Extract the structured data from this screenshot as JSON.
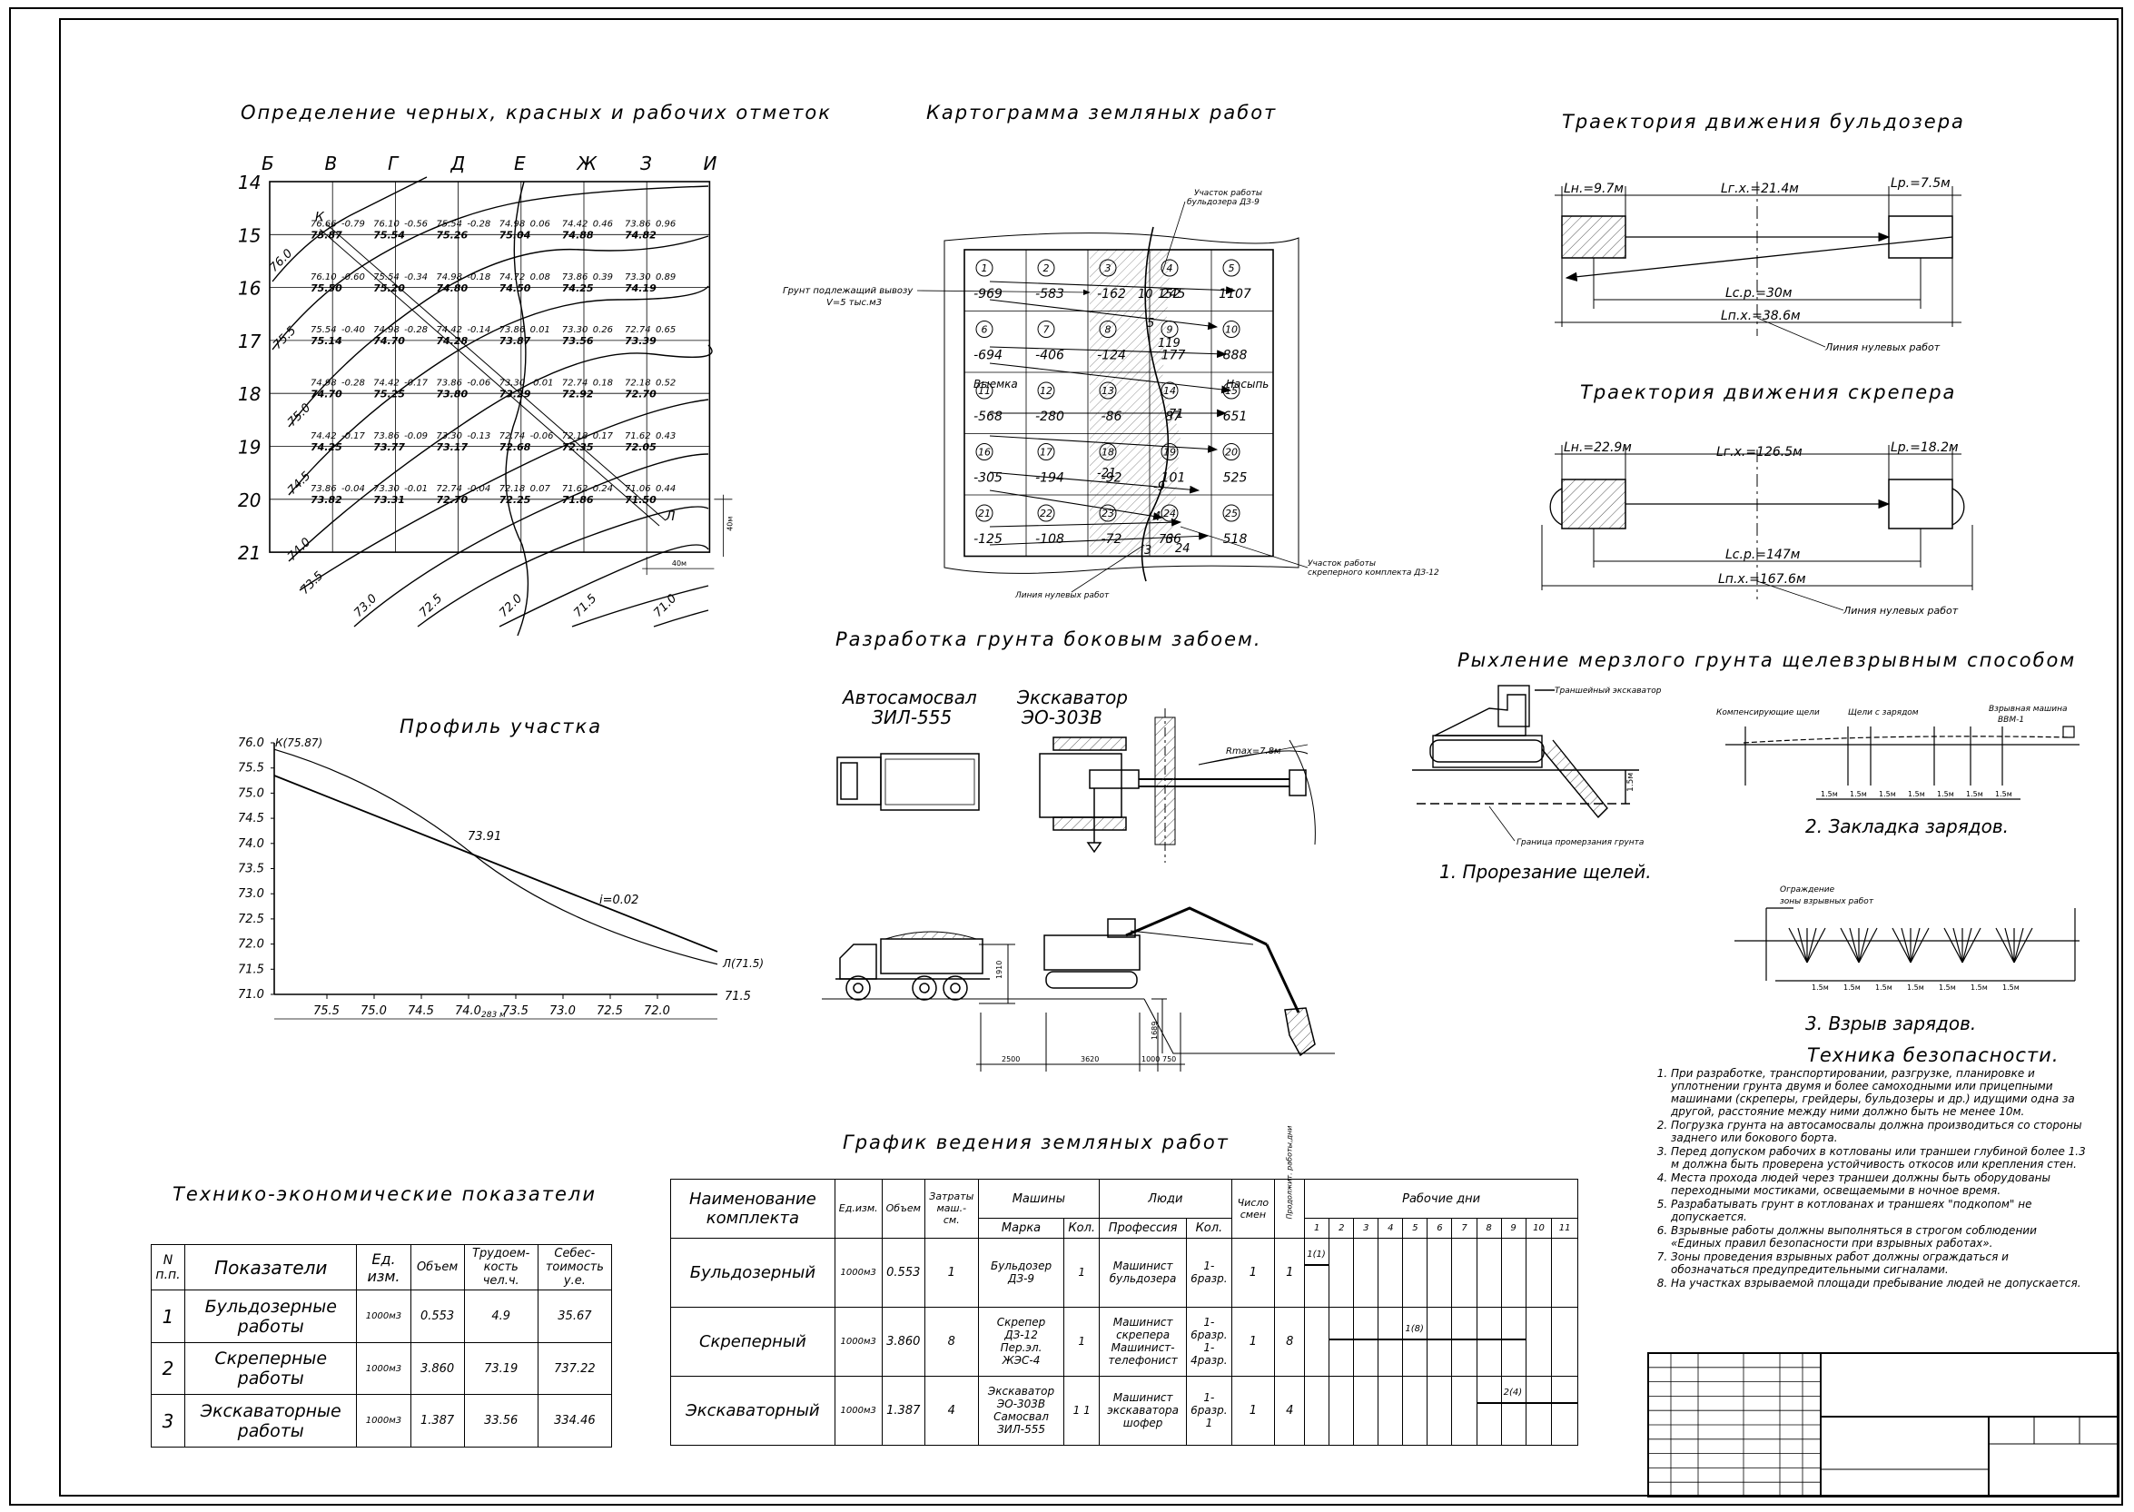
{
  "titles": {
    "marks": "Определение черных, красных и рабочих отметок",
    "cartogram": "Картограмма земляных работ",
    "bulldozer_path": "Траектория движения бульдозера",
    "scraper_path": "Траектория движения скрепера",
    "side_face": "Разработка грунта боковым забоем.",
    "frozen": "Рыхление мерзлого грунта щелевзрывным способом",
    "profile": "Профиль участка",
    "schedule": "График ведения земляных работ",
    "tep": "Технико-экономические показатели",
    "safety": "Техника безопасности."
  },
  "grid": {
    "col_letters": [
      "Б",
      "В",
      "Г",
      "Д",
      "Е",
      "Ж",
      "З",
      "И"
    ],
    "row_numbers": [
      "14",
      "15",
      "16",
      "17",
      "18",
      "19",
      "20",
      "21"
    ],
    "point_k": "К",
    "point_l": "Л",
    "contours": [
      "76.0",
      "75.5",
      "75.0",
      "74.5",
      "74.0",
      "73.5",
      "73.0",
      "72.5",
      "72.0",
      "71.5",
      "71.0"
    ],
    "dim_40_v": "40м",
    "dim_40_h": "40м",
    "cells": [
      [
        [
          "76.66",
          "-0.79",
          "75.87"
        ],
        [
          "76.10",
          "-0.56",
          "75.54"
        ],
        [
          "75.54",
          "-0.28",
          "75.26"
        ],
        [
          "74.98",
          "0.06",
          "75.04"
        ],
        [
          "74.42",
          "0.46",
          "74.88"
        ],
        [
          "73.86",
          "0.96",
          "74.82"
        ]
      ],
      [
        [
          "76.10",
          "-0.60",
          "75.50"
        ],
        [
          "75.54",
          "-0.34",
          "75.20"
        ],
        [
          "74.98",
          "-0.18",
          "74.80"
        ],
        [
          "74.72",
          "0.08",
          "74.50"
        ],
        [
          "73.86",
          "0.39",
          "74.25"
        ],
        [
          "73.30",
          "0.89",
          "74.19"
        ]
      ],
      [
        [
          "75.54",
          "-0.40",
          "75.14"
        ],
        [
          "74.98",
          "-0.28",
          "74.70"
        ],
        [
          "74.42",
          "-0.14",
          "74.28"
        ],
        [
          "73.86",
          "0.01",
          "73.87"
        ],
        [
          "73.30",
          "0.26",
          "73.56"
        ],
        [
          "72.74",
          "0.65",
          "73.39"
        ]
      ],
      [
        [
          "74.98",
          "-0.28",
          "74.70"
        ],
        [
          "74.42",
          "-0.17",
          "75.25"
        ],
        [
          "73.86",
          "-0.06",
          "73.80"
        ],
        [
          "73.30",
          "-0.01",
          "73.29"
        ],
        [
          "72.74",
          "0.18",
          "72.92"
        ],
        [
          "72.18",
          "0.52",
          "72.70"
        ]
      ],
      [
        [
          "74.42",
          "-0.17",
          "74.25"
        ],
        [
          "73.86",
          "-0.09",
          "73.77"
        ],
        [
          "73.30",
          "-0.13",
          "73.17"
        ],
        [
          "72.74",
          "-0.06",
          "72.68"
        ],
        [
          "72.18",
          "0.17",
          "72.35"
        ],
        [
          "71.62",
          "0.43",
          "72.05"
        ]
      ],
      [
        [
          "73.86",
          "-0.04",
          "73.82"
        ],
        [
          "73.30",
          "-0.01",
          "73.31"
        ],
        [
          "72.74",
          "-0.04",
          "72.70"
        ],
        [
          "72.18",
          "0.07",
          "72.25"
        ],
        [
          "71.62",
          "0.24",
          "71.86"
        ],
        [
          "71.06",
          "0.44",
          "71.50"
        ]
      ]
    ]
  },
  "cartogram": {
    "labels": {
      "soil_export": "Грунт подлежащий вывозу",
      "soil_export_v": "V=5 тыс.м3",
      "dozer_zone": "Участок работы",
      "dozer_zone2": "бульдозера ДЗ-9",
      "scraper_zone": "Участок работы",
      "scraper_zone2": "скреперного комплекта ДЗ-12",
      "zero_line": "Линия нулевых работ",
      "cut": "Выемка",
      "fill": "Насыпь"
    },
    "cells": [
      {
        "n": "1",
        "v": "-969"
      },
      {
        "n": "2",
        "v": "-583"
      },
      {
        "n": "3",
        "v": "-162"
      },
      {
        "n": "4",
        "v": "245"
      },
      {
        "n": "5",
        "v": "1107"
      },
      {
        "n": "6",
        "v": "-694"
      },
      {
        "n": "7",
        "v": "-406"
      },
      {
        "n": "8",
        "v": "-124"
      },
      {
        "n": "9",
        "v": "177"
      },
      {
        "n": "10",
        "v": "888"
      },
      {
        "n": "11",
        "v": "-568"
      },
      {
        "n": "12",
        "v": "-280"
      },
      {
        "n": "13",
        "v": "-86"
      },
      {
        "n": "14",
        "v": "87"
      },
      {
        "n": "15",
        "v": "651"
      },
      {
        "n": "16",
        "v": "-305"
      },
      {
        "n": "17",
        "v": "-194"
      },
      {
        "n": "18",
        "v": "-92"
      },
      {
        "n": "19",
        "v": "101"
      },
      {
        "n": "20",
        "v": "525"
      },
      {
        "n": "21",
        "v": "-125"
      },
      {
        "n": "22",
        "v": "-108"
      },
      {
        "n": "23",
        "v": "-72"
      },
      {
        "n": "24",
        "v": "66"
      },
      {
        "n": "25",
        "v": "518"
      }
    ],
    "extra": [
      "10",
      "152",
      "119",
      "71",
      "-21",
      "-9",
      "73",
      "24",
      "5",
      "3",
      "4"
    ]
  },
  "bulldozer": {
    "ln": "Lн.=9.7м",
    "lgx": "Lг.х.=21.4м",
    "lp": "Lр.=7.5м",
    "lsr": "Lс.р.=30м",
    "lpx": "Lп.х.=38.6м",
    "zero": "Линия нулевых работ"
  },
  "scraper": {
    "ln": "Lн.=22.9м",
    "lgx": "Lг.х.=126.5м",
    "lp": "Lр.=18.2м",
    "lsr": "Lс.р.=147м",
    "lpx": "Lп.х.=167.6м",
    "zero": "Линия нулевых работ"
  },
  "side_face": {
    "truck": "Автосамосвал",
    "truck_model": "ЗИЛ-555",
    "excavator": "Экскаватор",
    "excavator_model": "ЭО-303В",
    "rmax": "Rmax=7.8м",
    "dims": [
      "2500",
      "3620",
      "1000",
      "750"
    ],
    "h1": "1910",
    "h2": "1689"
  },
  "frozen": {
    "trencher": "Траншейный экскаватор",
    "border": "Граница промерзания грунта",
    "depth": "1.5м",
    "step1": "1. Прорезание щелей.",
    "comp": "Компенсирующие щели",
    "charged": "Щели с зарядом",
    "machine": "Взрывная машина",
    "machine_model": "ВВМ-1",
    "step2": "2. Закладка зарядов.",
    "fence": "Ограждение",
    "fence2": "зоны взрывных работ",
    "step3": "3. Взрыв зарядов.",
    "spacing": "1.5м"
  },
  "profile": {
    "k_label": "К(75.87)",
    "l_label": "Л(71.5)",
    "mid": "73.91",
    "slope": "i=0.02",
    "length": "283 м",
    "y_ticks": [
      "76.0",
      "75.5",
      "75.0",
      "74.5",
      "74.0",
      "73.5",
      "73.0",
      "72.5",
      "72.0",
      "71.5",
      "71.0"
    ],
    "x_ticks": [
      "75.5",
      "75.0",
      "74.5",
      "74.0",
      "73.5",
      "73.0",
      "72.5",
      "72.0"
    ],
    "x_end": "71.5"
  },
  "schedule": {
    "h_name": "Наименование комплекта",
    "h_unit": "Ед.изм.",
    "h_vol": "Объем",
    "h_cost": "Затраты маш.-см.",
    "h_machines": "Машины",
    "h_mark": "Марка",
    "h_qty": "Кол.",
    "h_people": "Люди",
    "h_prof": "Профессия",
    "h_qty2": "Кол.",
    "h_shifts": "Число смен",
    "h_dur": "Продолжит. работы,дни",
    "h_days": "Рабочие дни",
    "days": [
      "1",
      "2",
      "3",
      "4",
      "5",
      "6",
      "7",
      "8",
      "9",
      "10",
      "11"
    ],
    "rows": [
      {
        "name": "Бульдозерный",
        "unit": "1000м3",
        "vol": "0.553",
        "cost": "1",
        "mark": "Бульдозер ДЗ-9",
        "qty": "1",
        "prof": "Машинист бульдозера",
        "qty2": "1-6разр.",
        "shifts": "1",
        "dur": "1",
        "bar": "1(1)"
      },
      {
        "name": "Скреперный",
        "unit": "1000м3",
        "vol": "3.860",
        "cost": "8",
        "mark": "Скрепер ДЗ-12 Пер.эл. ЖЭС-4",
        "qty": "1",
        "prof": "Машинист скрепера Машинист-телефонист",
        "qty2": "1-6разр. 1-4разр.",
        "shifts": "1",
        "dur": "8",
        "bar": "1(8)"
      },
      {
        "name": "Экскаваторный",
        "unit": "1000м3",
        "vol": "1.387",
        "cost": "4",
        "mark": "Экскаватор ЭО-303В Самосвал ЗИЛ-555",
        "qty": "1 1",
        "prof": "Машинист экскаватора шофер",
        "qty2": "1-6разр. 1",
        "shifts": "1",
        "dur": "4",
        "bar": "2(4)"
      }
    ]
  },
  "tep": {
    "h_n": "N п.п.",
    "h_name": "Показатели",
    "h_unit": "Ед. изм.",
    "h_vol": "Объем",
    "h_labor": "Трудоем-кость чел.ч.",
    "h_cost": "Себес-тоимость у.е.",
    "rows": [
      {
        "n": "1",
        "name": "Бульдозерные работы",
        "unit": "1000м3",
        "vol": "0.553",
        "labor": "4.9",
        "cost": "35.67"
      },
      {
        "n": "2",
        "name": "Скреперные работы",
        "unit": "1000м3",
        "vol": "3.860",
        "labor": "73.19",
        "cost": "737.22"
      },
      {
        "n": "3",
        "name": "Экскаваторные работы",
        "unit": "1000м3",
        "vol": "1.387",
        "labor": "33.56",
        "cost": "334.46"
      }
    ]
  },
  "safety": [
    "При разработке, транспортировании, разгрузке, планировке и уплотнении грунта двумя и более самоходными или прицепными машинами (скреперы, грейдеры, бульдозеры и др.) идущими одна за другой, расстояние между ними должно быть не менее 10м.",
    "Погрузка грунта на автосамосвалы должна производиться со стороны заднего или бокового борта.",
    "Перед допуском рабочих в котлованы или траншеи глубиной более 1.3 м должна быть проверена устойчивость откосов или крепления стен.",
    "Места прохода людей через траншеи должны быть оборудованы переходными мостиками, освещаемыми в ночное время.",
    "Разрабатывать грунт в котлованах и траншеях \"подкопом\" не допускается.",
    "Взрывные работы должны выполняться в строгом соблюдении «Единых правил безопасности при взрывных работах».",
    "Зоны проведения взрывных работ должны ограждаться и обозначаться предупредительными сигналами.",
    "На участках взрываемой площади пребывание людей не допускается."
  ]
}
